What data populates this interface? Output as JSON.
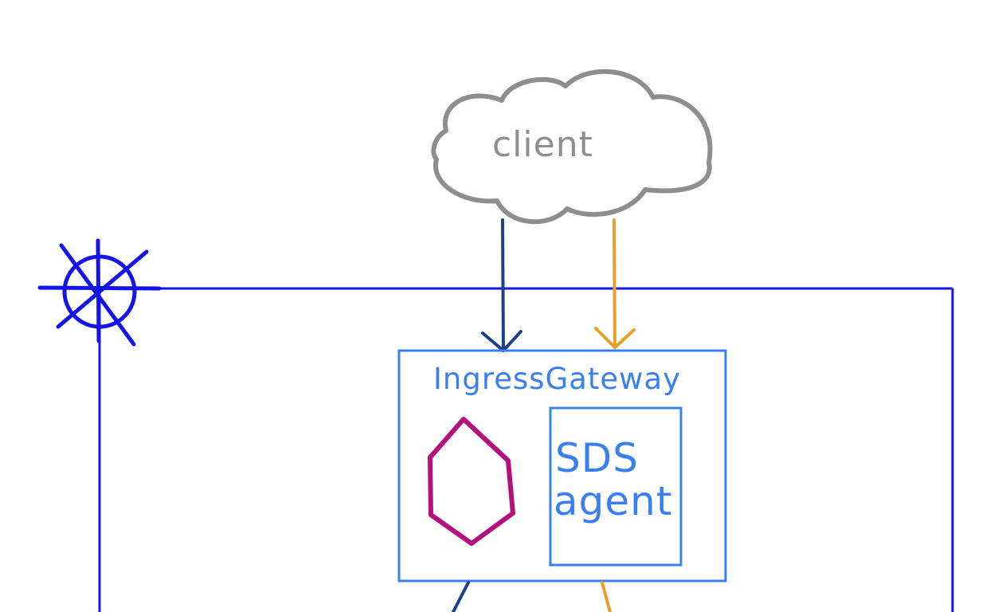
{
  "labels": {
    "client": "client",
    "gateway": "IngressGateway",
    "sds_line1": "SDS",
    "sds_line2": "agent"
  },
  "icons": {
    "cluster": "kubernetes-helm-icon",
    "proxy": "envoy-hexagon-icon",
    "cloud": "cloud-icon"
  },
  "colors": {
    "cluster": "#1414e6",
    "gateway": "#3a7ff0",
    "cloud": "#8e8e8e",
    "proxy": "#b5117e",
    "arrow_dark": "#1e3f8c",
    "arrow_orange": "#e8a02a"
  }
}
